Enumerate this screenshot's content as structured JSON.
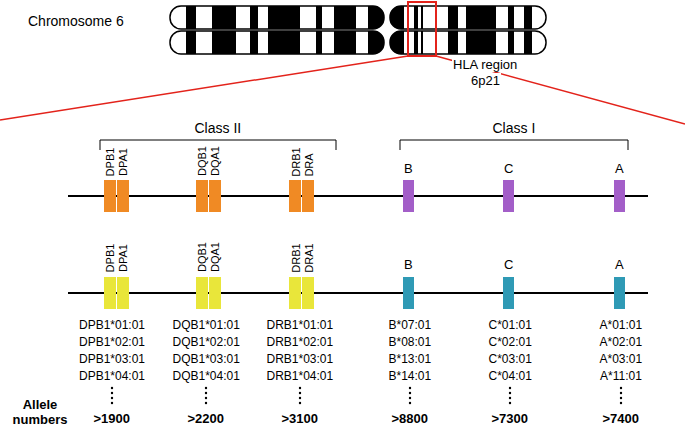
{
  "diagram": {
    "labels": [
      "Chromosome 6",
      "HLA region",
      "6p21",
      "Class II",
      "Class I",
      "DPB1",
      "DPA1",
      "DQB1",
      "DQA1",
      "DRB1",
      "DRA",
      "B",
      "C",
      "A",
      "DPB1",
      "DPA1",
      "DQB1",
      "DQA1",
      "DRB1",
      "DRA1",
      "B",
      "C",
      "A",
      "DPB1*01:01",
      "DPB1*02:01",
      "DPB1*03:01",
      "DPB1*04:01",
      "DQB1*01:01",
      "DQB1*02:01",
      "DQB1*03:01",
      "DQB1*04:01",
      "DRB1*01:01",
      "DRB1*02:01",
      "DRB1*03:01",
      "DRB1*04:01",
      "B*07:01",
      "B*08:01",
      "B*13:01",
      "B*14:01",
      "C*01:01",
      "C*02:01",
      "C*03:01",
      "C*04:01",
      "A*01:01",
      "A*02:01",
      "A*03:01",
      "A*11:01",
      "Allele numbers",
      ">1900",
      ">2200",
      ">3100",
      ">8800",
      ">7300",
      ">7400"
    ]
  }
}
